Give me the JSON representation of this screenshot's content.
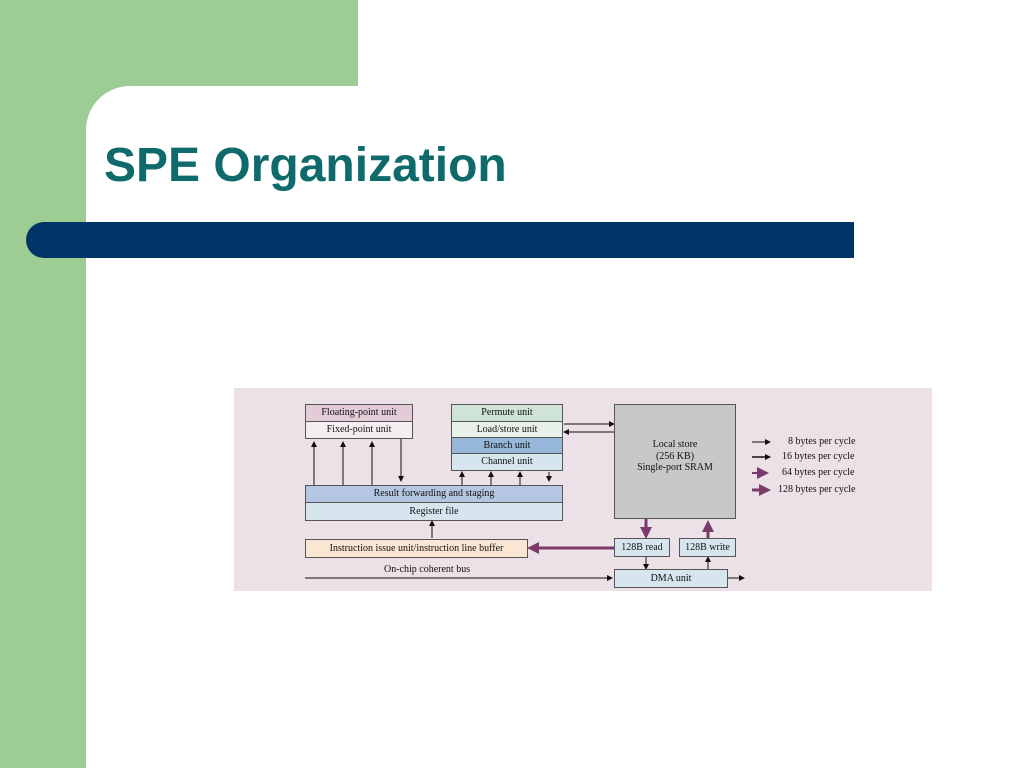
{
  "slide": {
    "title": "SPE Organization",
    "colors": {
      "side_panel": "#9dcc95",
      "title_text": "#0f6b6b",
      "title_bar": "#003366",
      "diagram_bg": "#ede1e8",
      "wide_path": "#7a3b6b"
    }
  },
  "diagram": {
    "boxes": {
      "floating_point_unit": "Floating-point unit",
      "fixed_point_unit": "Fixed-point unit",
      "permute_unit": "Permute unit",
      "load_store_unit": "Load/store unit",
      "branch_unit": "Branch unit",
      "channel_unit": "Channel unit",
      "result_forwarding": "Result forwarding and staging",
      "register_file": "Register file",
      "local_store_line1": "Local store",
      "local_store_line2": "(256 KB)",
      "local_store_line3": "Single-port SRAM",
      "instruction_issue": "Instruction issue unit/instruction line buffer",
      "read_128b": "128B read",
      "write_128b": "128B write",
      "dma_unit": "DMA unit"
    },
    "bus_label": "On-chip coherent bus",
    "legend": [
      {
        "label": "8 bytes per cycle",
        "style": "thin"
      },
      {
        "label": "16 bytes per cycle",
        "style": "medium"
      },
      {
        "label": "64 bytes per cycle",
        "style": "wide"
      },
      {
        "label": "128 bytes per cycle",
        "style": "widest"
      }
    ]
  }
}
